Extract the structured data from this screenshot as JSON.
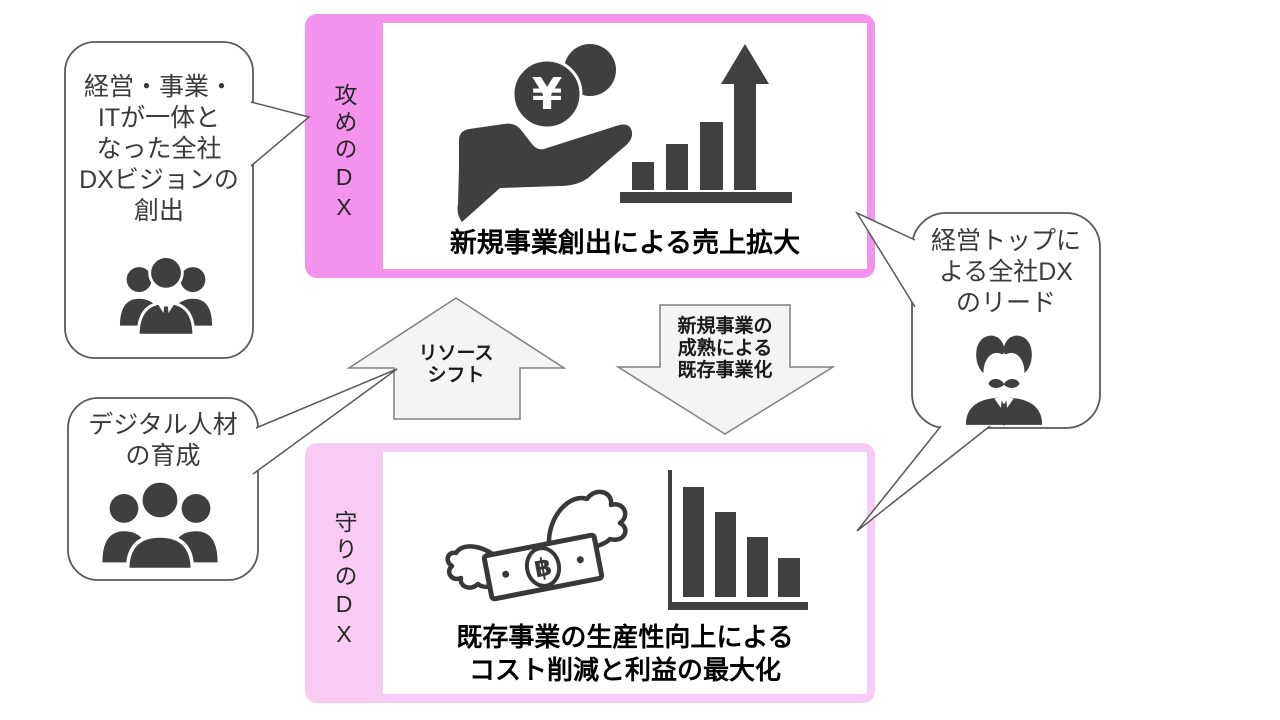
{
  "diagram": {
    "top_section": {
      "side_label": "攻めのDX",
      "title": "新規事業創出による売上拡大",
      "accent_color": "#F493EE"
    },
    "bottom_section": {
      "side_label": "守りのDX",
      "title_lines": [
        "既存事業の生産性向上による",
        "コスト削減と利益の最大化"
      ],
      "accent_color": "#F8CBF4"
    },
    "resource_shift_arrow": {
      "direction": "up",
      "label_lines": [
        "リソース",
        "シフト"
      ]
    },
    "maturation_arrow": {
      "direction": "down",
      "label_lines": [
        "新規事業の",
        "成熟による",
        "既存事業化"
      ]
    },
    "callouts": {
      "vision": {
        "text_lines": [
          "経営・事業・",
          "ITが一体と",
          "なった全社",
          "DXビジョンの",
          "創出"
        ],
        "icon": "team-suit-icon"
      },
      "talent": {
        "text_lines": [
          "デジタル人材",
          "の育成"
        ],
        "icon": "team-icon"
      },
      "leadership": {
        "text_lines": [
          "経営トップに",
          "よる全社DX",
          "のリード"
        ],
        "icon": "executive-icon"
      }
    },
    "symbols": {
      "yen": "¥",
      "baht": "฿"
    },
    "colors": {
      "top_accent": "#F493EE",
      "bottom_accent": "#F8CBF4",
      "icon_dark": "#3F3F3F",
      "arrow_fill": "#F4F4F4",
      "arrow_border": "#808080",
      "bubble_border": "#595959",
      "title_text": "#000000",
      "body_text": "#3A3A3A"
    }
  }
}
